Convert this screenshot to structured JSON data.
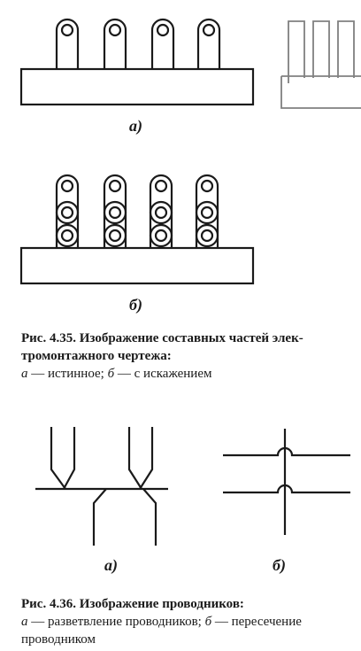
{
  "figure_4_35": {
    "label_a": "а)",
    "label_b": "б)",
    "caption_title": "Рис. 4.35. Изображение составных частей элек-тромонтажного чертежа:",
    "caption_desc_a_letter": "а",
    "caption_desc_a_text": " — истинное; ",
    "caption_desc_b_letter": "б",
    "caption_desc_b_text": " — с искажением"
  },
  "figure_4_36": {
    "label_a": "а)",
    "label_b": "б)",
    "caption_title": "Рис. 4.36. Изображение проводников:",
    "caption_desc_a_letter": "а",
    "caption_desc_a_text": " — разветвление проводников; ",
    "caption_desc_b_letter": "б",
    "caption_desc_b_text": " — пересечение проводником"
  }
}
